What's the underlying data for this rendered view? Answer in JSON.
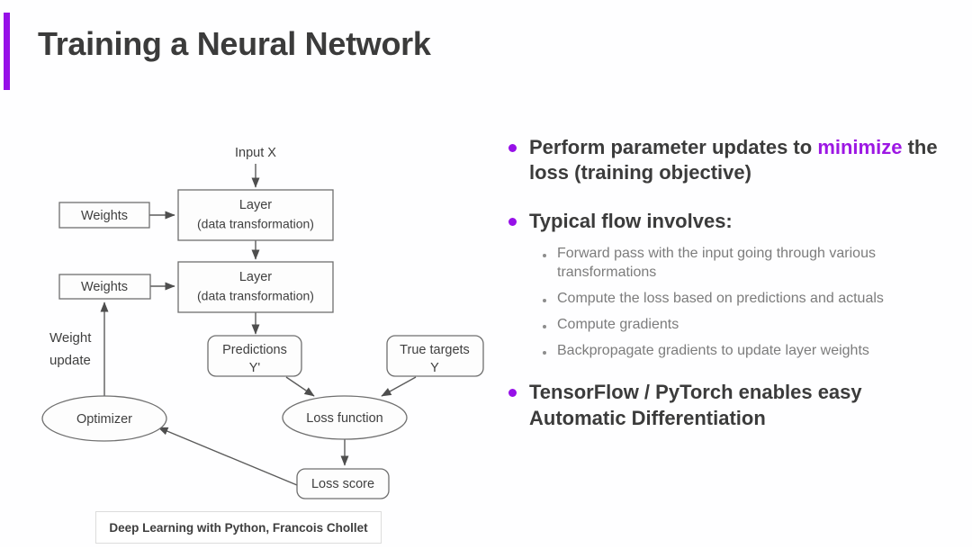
{
  "slide": {
    "title": "Training a Neural Network",
    "accent_color": "#9610e8",
    "background": "#ffffff"
  },
  "diagram": {
    "name": "neural-network-training-loop",
    "nodes": {
      "input": "Input X",
      "layer1_line1": "Layer",
      "layer1_line2": "(data transformation)",
      "layer2_line1": "Layer",
      "layer2_line2": "(data transformation)",
      "weights1": "Weights",
      "weights2": "Weights",
      "weight_update_line1": "Weight",
      "weight_update_line2": "update",
      "optimizer": "Optimizer",
      "predictions_line1": "Predictions",
      "predictions_line2": "Y'",
      "true_targets_line1": "True targets",
      "true_targets_line2": "Y",
      "loss_function": "Loss function",
      "loss_score": "Loss score"
    },
    "citation": "Deep Learning with Python, Francois Chollet"
  },
  "content": {
    "bullets": [
      {
        "id": "perform-parameter-updates",
        "pre": "Perform parameter updates to ",
        "highlight": "minimize",
        "post": " the loss (training objective)"
      },
      {
        "id": "typical-flow",
        "text": "Typical flow involves:",
        "sub_items": [
          "Forward pass with the input going through various transformations",
          "Compute the loss based on predictions and actuals",
          "Compute gradients",
          "Backpropagate gradients to update layer weights"
        ]
      },
      {
        "id": "frameworks",
        "text": "TensorFlow / PyTorch enables easy Automatic Differentiation"
      }
    ],
    "highlight_color": "#9d17e4",
    "bullet_color": "#9610e8"
  }
}
